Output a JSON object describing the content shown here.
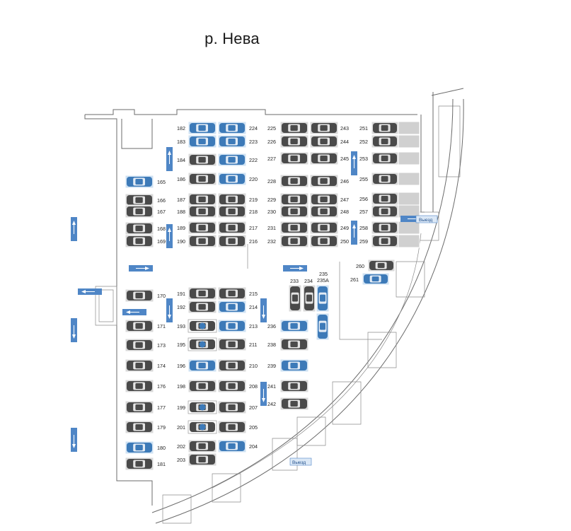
{
  "title": "р. Нева",
  "colors": {
    "slot_gray": "#d9d9d9",
    "slot_blue": "#cfe2f3",
    "car_dark": "#4a4a4a",
    "car_blue": "#3d7ab8",
    "arrow_blue": "#4f86c6",
    "wall": "#6b6b6b"
  },
  "exits": [
    {
      "label": "Выезд"
    },
    {
      "label": "Выезд"
    }
  ],
  "icons": [
    "car-icon",
    "arrow-up-icon",
    "arrow-down-icon",
    "arrow-right-icon",
    "arrow-left-icon",
    "parking-disabled-icon"
  ],
  "slots": {
    "left_col": [
      "165",
      "166",
      "167",
      "168",
      "169",
      "170",
      "171",
      "173",
      "174",
      "176",
      "177",
      "179",
      "180",
      "181"
    ],
    "mid_left_labels": [
      "182",
      "183",
      "184",
      "186",
      "187",
      "188",
      "189",
      "190",
      "191",
      "192",
      "193",
      "195",
      "196",
      "198",
      "199",
      "201",
      "202",
      "203"
    ],
    "mid_right_labels": [
      "224",
      "223",
      "222",
      "220",
      "219",
      "218",
      "217",
      "216",
      "215",
      "214",
      "213",
      "211",
      "210",
      "208",
      "207",
      "205",
      "204"
    ],
    "right_labels_left": [
      "225",
      "226",
      "227",
      "228",
      "229",
      "230",
      "231",
      "232",
      "236",
      "238",
      "239",
      "241",
      "242"
    ],
    "right_labels_right": [
      "243",
      "244",
      "245",
      "246",
      "247",
      "248",
      "249",
      "250"
    ],
    "far_right_labels": [
      "251",
      "252",
      "253",
      "255",
      "256",
      "257",
      "258",
      "259",
      "260",
      "261"
    ],
    "vertical_group": [
      "233",
      "234",
      "235",
      "235A"
    ]
  }
}
